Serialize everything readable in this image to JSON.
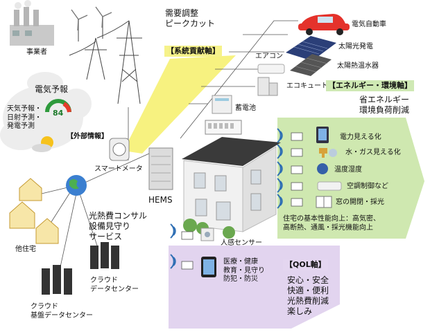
{
  "labels": {
    "operator": "事業者",
    "demand": "需要調整\nピークカット",
    "grid_axis": "【系統貢献軸】",
    "ev": "電気自動車",
    "pv": "太陽光発電",
    "solar_heater": "太陽熱温水器",
    "aircon": "エアコン",
    "ecocute": "エコキュート",
    "energy_axis": "【エネルギー・環境軸】",
    "energy_benefit": "省エネルギー\n環境負荷削減",
    "battery": "蓄電池",
    "forecast_title": "電気予報",
    "forecast_body": "天気予報・\n日射予測・\n発電予測",
    "gauge_value": "84",
    "external_info": "【外部情報】",
    "smart_meter": "スマートメータ",
    "hems": "HEMS",
    "power_vis": "電力見える化",
    "water_gas_vis": "水・ガス見える化",
    "temp_humidity": "温度湿度",
    "ac_control": "空調制御など",
    "window": "窓の開閉・採光",
    "house_performance": "住宅の基本性能向上：高気密、\n高断熱、通風・採光機能向上",
    "other_homes": "他住宅",
    "consulting": "光熱費コンサル\n設備見守り\nサービス",
    "cloud_dc": "クラウド\nデータセンター",
    "cloud_base_dc": "クラウド\n基盤データセンター",
    "motion_sensor": "人感センサー",
    "services": "医療・健康\n教育・見守り\n防犯・防災",
    "qol_axis": "【QOL軸】",
    "qol_benefits": "安心・安全\n快適・便利\n光熱費削減\n楽しみ"
  },
  "colors": {
    "grid_beam": "#f6f06a",
    "energy_band": "#bfe09a",
    "qol_band": "#d9c7ec",
    "ev_body": "#e4322b",
    "cloud": "#ededed",
    "house_roof": "#3a3a3a"
  },
  "icons": [
    "power-plant-icon",
    "wind-turbine-icon",
    "transmission-tower-icon",
    "electric-car-icon",
    "solar-panel-icon",
    "solar-water-heater-icon",
    "air-conditioner-icon",
    "heat-pump-icon",
    "battery-icon",
    "distribution-board-icon",
    "smart-meter-icon",
    "hems-server-icon",
    "globe-icon",
    "house-icon",
    "sun-icon",
    "gauge-icon",
    "wifi-icon",
    "tablet-icon",
    "faucet-icon",
    "thermometer-icon",
    "window-icon",
    "server-icon"
  ]
}
